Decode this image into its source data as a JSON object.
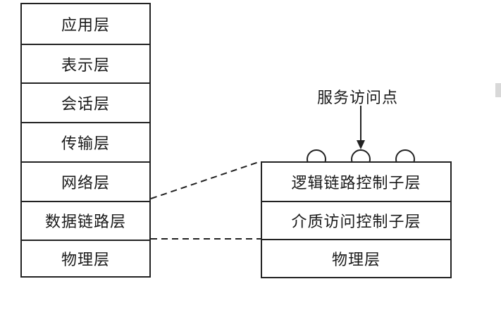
{
  "osi_stack": {
    "layers": [
      "应用层",
      "表示层",
      "会话层",
      "传输层",
      "网络层",
      "数据链路层",
      "物理层"
    ]
  },
  "lan_stack": {
    "layers": [
      "逻辑链路控制子层",
      "介质访问控制子层",
      "物理层"
    ]
  },
  "service_access_point": {
    "label": "服务访问点"
  },
  "colors": {
    "line": "#222222",
    "background": "#ffffff"
  }
}
